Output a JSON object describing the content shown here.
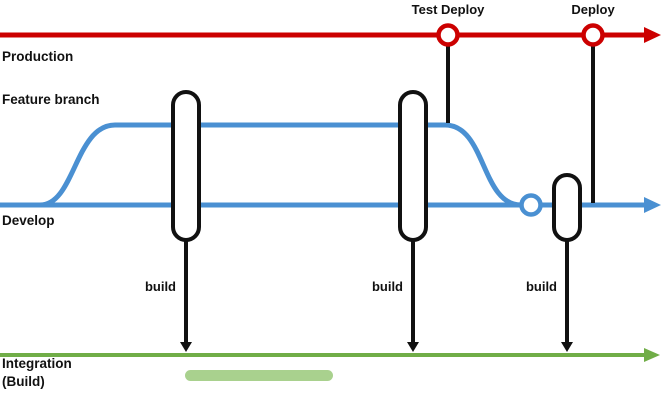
{
  "diagram_title": "branching-and-ci-diagram",
  "colors": {
    "red": "#cc0000",
    "blue": "#4a90d2",
    "green": "#70ad47",
    "light_green": "#a9d18e",
    "black": "#111111"
  },
  "lanes": {
    "production_label": "Production",
    "feature_label": "Feature branch",
    "develop_label": "Develop",
    "ci_label_line1": "Integration",
    "ci_label_line2": "(Build)"
  },
  "events": {
    "test_deploy_label": "Test Deploy",
    "deploy_label": "Deploy"
  },
  "builds": [
    {
      "label": "build"
    },
    {
      "label": "build"
    },
    {
      "label": "build"
    }
  ]
}
